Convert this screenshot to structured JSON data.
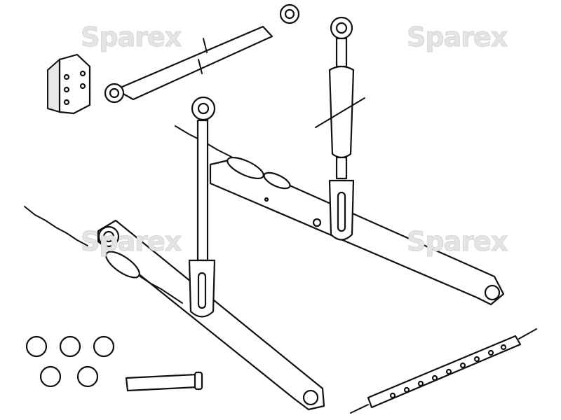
{
  "watermark": {
    "text": "Sparex",
    "color": "#e4e4e4"
  },
  "parts": [
    "top-link",
    "stabilizer-bracket",
    "lift-rod-right",
    "lift-rod-left",
    "lower-link-right",
    "lower-link-left",
    "check-chain-right",
    "check-chain-left",
    "linch-pins",
    "pin",
    "drawbar"
  ]
}
